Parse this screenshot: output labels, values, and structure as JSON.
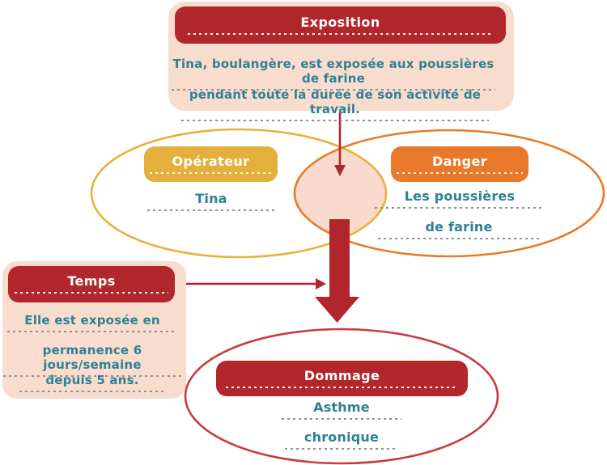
{
  "colors": {
    "red": "#B2272C",
    "red_ellipse": "#C93A40",
    "gold": "#E5AF3C",
    "orange": "#E8792A",
    "panel_pink": "#F8DDCE",
    "lens_pink": "#F8DBCC",
    "teal_text": "#2E8095",
    "underline_gray": "#8f8f8f"
  },
  "exposition": {
    "title": "Exposition",
    "lines": [
      "Tina, boulangère, est exposée aux poussières de farine",
      "pendant toute la durée de son activité de travail."
    ]
  },
  "operateur": {
    "title": "Opérateur",
    "value": "Tina"
  },
  "danger": {
    "title": "Danger",
    "lines": [
      "Les poussières",
      "de farine"
    ]
  },
  "temps": {
    "title": "Temps",
    "lines": [
      "Elle est exposée en",
      "permanence 6 jours/semaine",
      "depuis 5 ans."
    ]
  },
  "dommage": {
    "title": "Dommage",
    "lines": [
      "Asthme",
      "chronique"
    ]
  }
}
